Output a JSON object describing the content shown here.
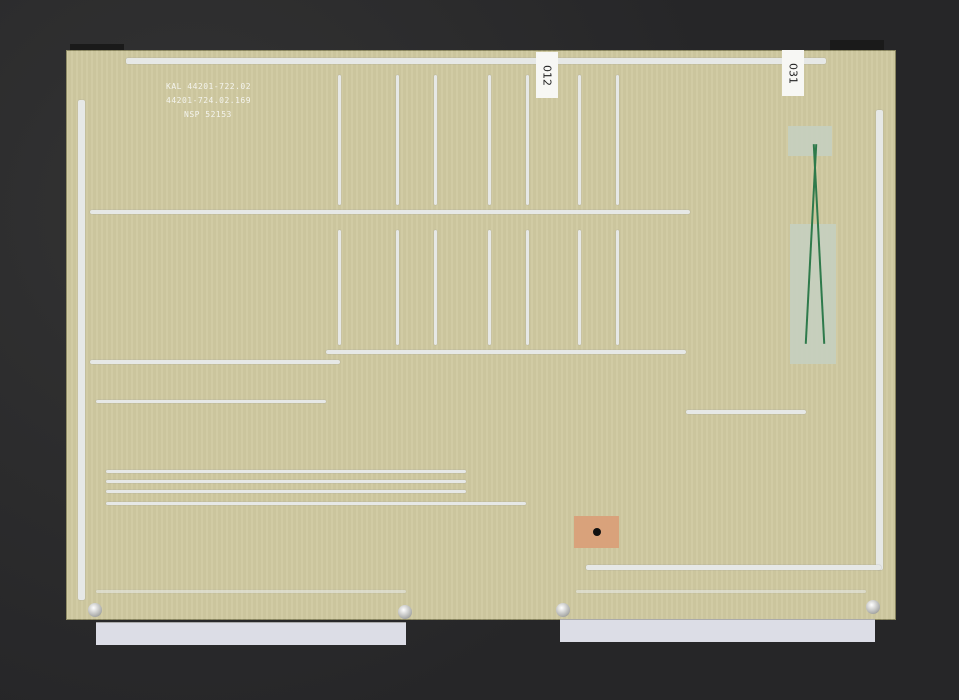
{
  "scene": {
    "subject": "printed circuit board (solder side)",
    "background_color": "#262628",
    "board_color": "#cfc9a0",
    "trace_color": "#e6e8e6"
  },
  "silkscreen": {
    "line1": "KAL 44201-722.02",
    "line2": "44201-724.02.169",
    "line3": "NSP 52153"
  },
  "labels": {
    "sticker_left": "012",
    "sticker_right": "031"
  }
}
